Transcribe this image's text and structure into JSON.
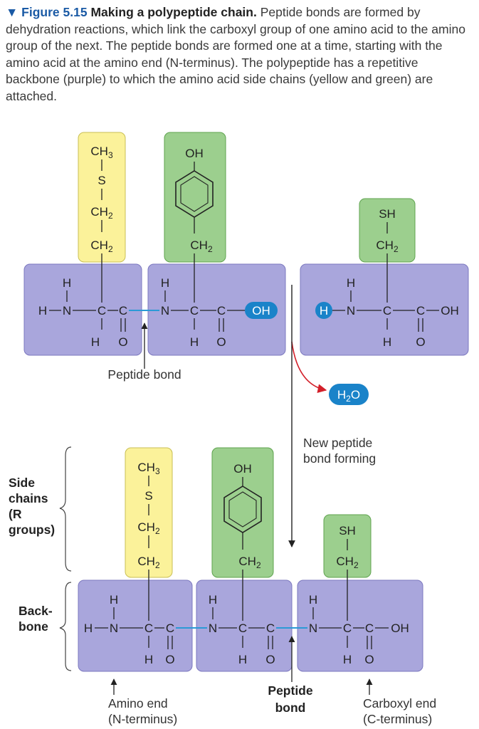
{
  "caption": {
    "figure_label": "▼ Figure 5.15",
    "title": "Making a polypeptide chain.",
    "body": "Peptide bonds are formed by dehydration reactions, which link the carboxyl group of one amino acid to the amino group of the next. The peptide bonds are formed one at a time, starting with the amino acid at the amino end (N-terminus). The polypeptide has a repetitive backbone (purple) to which the amino acid side chains (yellow and green) are attached."
  },
  "colors": {
    "backbone": "#a9a6dc",
    "backbone_border": "#7c78bf",
    "side_chain_yellow": "#fbf29a",
    "side_chain_yellow_border": "#c9bf55",
    "side_chain_green": "#9ccf8e",
    "side_chain_green_border": "#5fa34f",
    "bond_line": "#2b9ad6",
    "highlight_circle": "#1a83c9",
    "reaction_arrow": "#d3202a"
  },
  "top": {
    "met_side_chain": [
      "CH3",
      "S",
      "CH2",
      "CH2"
    ],
    "tyr_side_chain_oh": "OH",
    "tyr_side_chain_ch2": "CH2",
    "cys_side_chain": [
      "SH",
      "CH2"
    ],
    "peptide_bond_label": "Peptide bond",
    "oh_badge": "OH",
    "h_badge": "H",
    "water_label": "H2O",
    "new_bond_label": [
      "New peptide",
      "bond forming"
    ]
  },
  "bottom": {
    "side_chains_label": [
      "Side",
      "chains",
      "(R",
      "groups)"
    ],
    "backbone_label": [
      "Back-",
      "bone"
    ],
    "met_side_chain": [
      "CH3",
      "S",
      "CH2",
      "CH2"
    ],
    "tyr_side_chain_oh": "OH",
    "tyr_side_chain_ch2": "CH2",
    "cys_side_chain": [
      "SH",
      "CH2"
    ],
    "amino_end_label": [
      "Amino end",
      "(N-terminus)"
    ],
    "peptide_bond_label": [
      "Peptide",
      "bond"
    ],
    "carboxyl_end_label": [
      "Carboxyl end",
      "(C-terminus)"
    ]
  },
  "atoms": {
    "H": "H",
    "N": "N",
    "C": "C",
    "O": "O",
    "OH": "OH",
    "HN": "H—N",
    "COH": "C—OH"
  }
}
